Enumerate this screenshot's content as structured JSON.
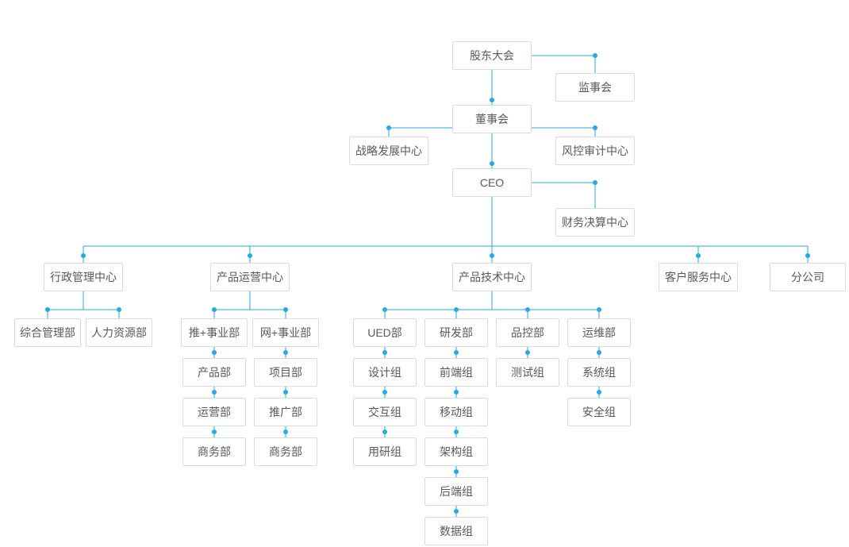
{
  "colors": {
    "line": "#29a9e1",
    "dot": "#29a9e1",
    "box_border": "#dcdcdc",
    "box_background": "#ffffff",
    "text": "#595959",
    "page_background": "#ffffff"
  },
  "nodes": {
    "shareholders": "股东大会",
    "supervisory_board": "监事会",
    "board": "董事会",
    "strategy_center": "战略发展中心",
    "risk_audit_center": "风控审计中心",
    "ceo": "CEO",
    "finance_center": "财务决算中心",
    "admin_center": "行政管理中心",
    "product_ops_center": "产品运营中心",
    "product_tech_center": "产品技术中心",
    "customer_service_center": "客户服务中心",
    "branch_company": "分公司",
    "general_mgmt_dept": "综合管理部",
    "hr_dept": "人力资源部",
    "tui_division": "推+事业部",
    "wang_division": "网+事业部",
    "product_dept": "产品部",
    "operations_dept": "运营部",
    "business_dept_left": "商务部",
    "project_dept": "项目部",
    "promotion_dept": "推广部",
    "business_dept_right": "商务部",
    "ued_dept": "UED部",
    "rd_dept": "研发部",
    "qc_dept": "品控部",
    "maintenance_dept": "运维部",
    "design_group": "设计组",
    "interaction_group": "交互组",
    "user_research_group": "用研组",
    "frontend_group": "前端组",
    "mobile_group": "移动组",
    "architecture_group": "架构组",
    "backend_group": "后端组",
    "data_group": "数据组",
    "testing_group": "测试组",
    "system_group": "系统组",
    "security_group": "安全组"
  },
  "hierarchy": {
    "label": "股东大会",
    "children": [
      {
        "label": "监事会"
      },
      {
        "label": "董事会",
        "children": [
          {
            "label": "战略发展中心"
          },
          {
            "label": "风控审计中心"
          },
          {
            "label": "CEO",
            "children": [
              {
                "label": "财务决算中心"
              },
              {
                "label": "行政管理中心",
                "children": [
                  {
                    "label": "综合管理部"
                  },
                  {
                    "label": "人力资源部"
                  }
                ]
              },
              {
                "label": "产品运营中心",
                "children": [
                  {
                    "label": "推+事业部",
                    "children": [
                      {
                        "label": "产品部"
                      },
                      {
                        "label": "运营部"
                      },
                      {
                        "label": "商务部"
                      }
                    ]
                  },
                  {
                    "label": "网+事业部",
                    "children": [
                      {
                        "label": "项目部"
                      },
                      {
                        "label": "推广部"
                      },
                      {
                        "label": "商务部"
                      }
                    ]
                  }
                ]
              },
              {
                "label": "产品技术中心",
                "children": [
                  {
                    "label": "UED部",
                    "children": [
                      {
                        "label": "设计组"
                      },
                      {
                        "label": "交互组"
                      },
                      {
                        "label": "用研组"
                      }
                    ]
                  },
                  {
                    "label": "研发部",
                    "children": [
                      {
                        "label": "前端组"
                      },
                      {
                        "label": "移动组"
                      },
                      {
                        "label": "架构组"
                      },
                      {
                        "label": "后端组"
                      },
                      {
                        "label": "数据组"
                      }
                    ]
                  },
                  {
                    "label": "品控部",
                    "children": [
                      {
                        "label": "测试组"
                      }
                    ]
                  },
                  {
                    "label": "运维部",
                    "children": [
                      {
                        "label": "系统组"
                      },
                      {
                        "label": "安全组"
                      }
                    ]
                  }
                ]
              },
              {
                "label": "客户服务中心"
              },
              {
                "label": "分公司"
              }
            ]
          }
        ]
      }
    ]
  }
}
